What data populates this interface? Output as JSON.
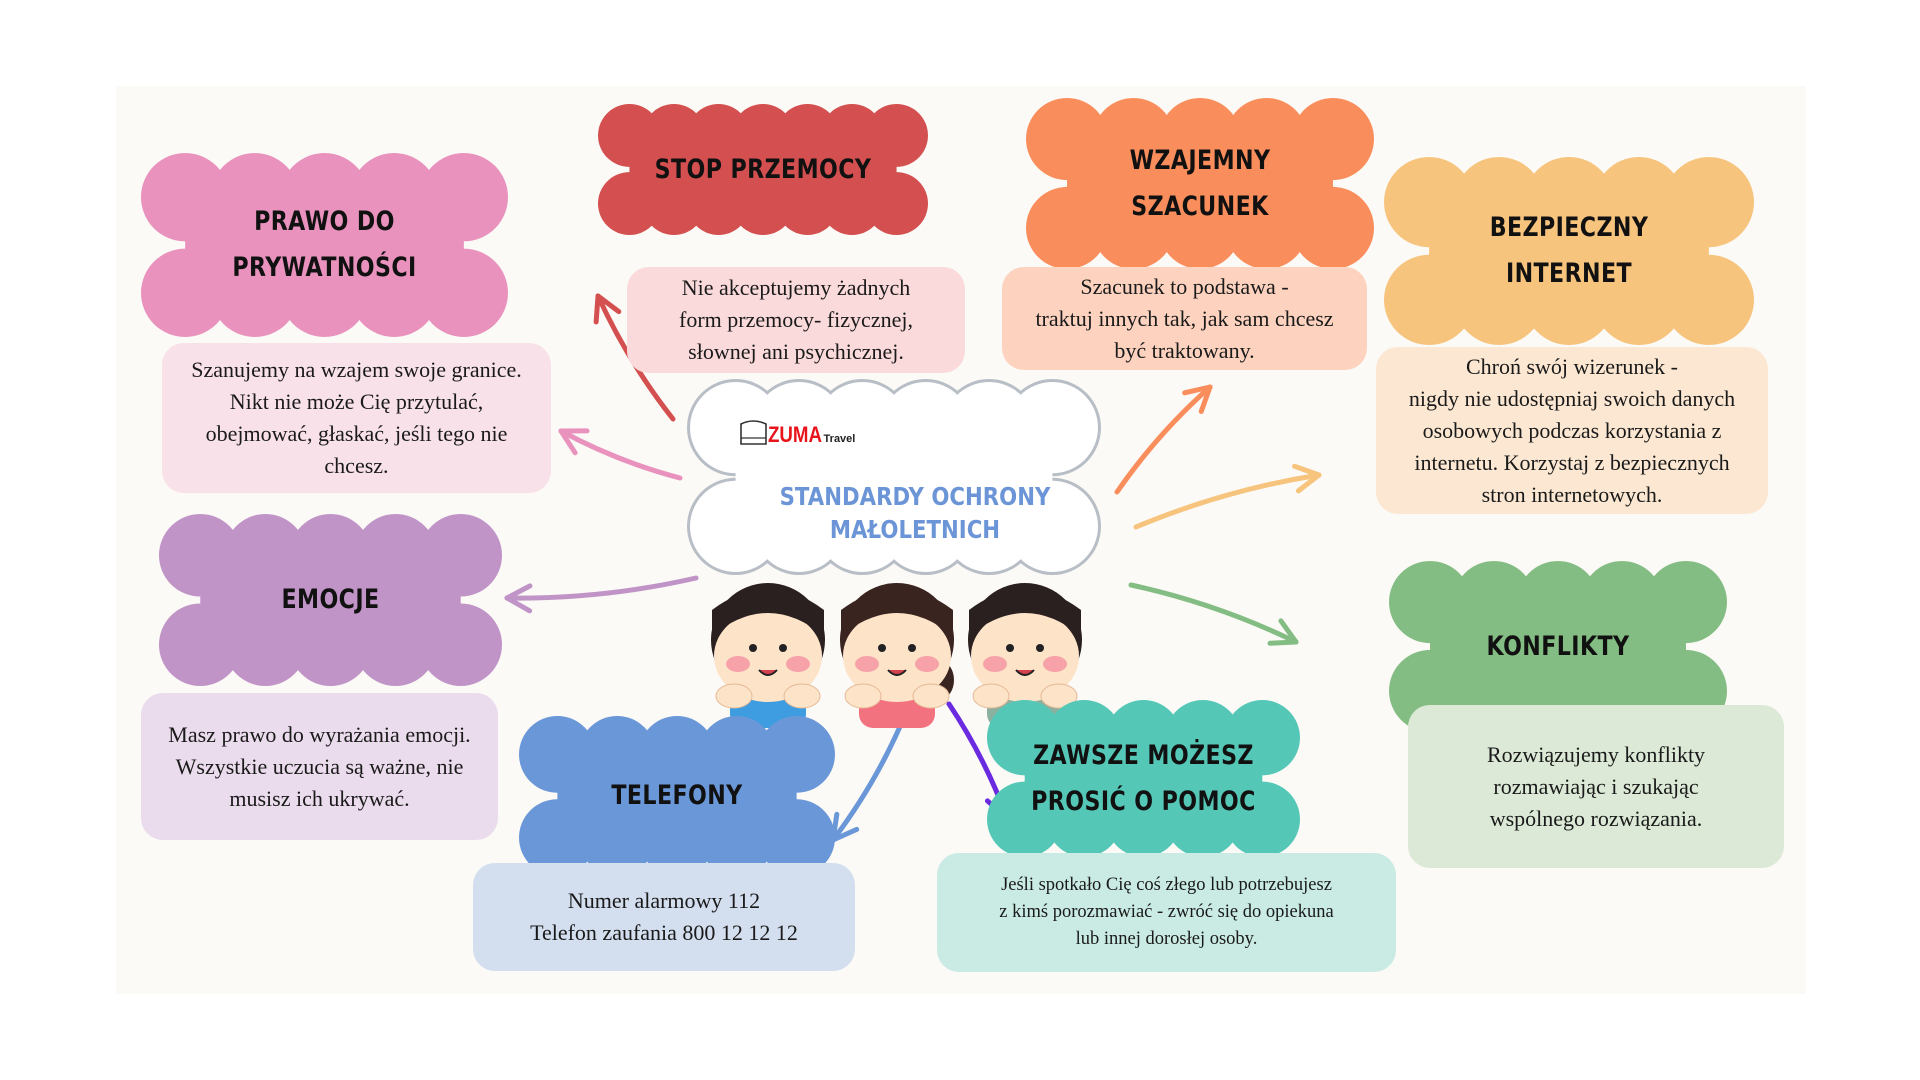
{
  "center": {
    "logo": {
      "brand": "ZUMA",
      "suffix": "Travel"
    },
    "title_lines": [
      "STANDARDY OCHRONY",
      "MAŁOLETNICH"
    ]
  },
  "topics": {
    "privacy": {
      "title": [
        "PRAWO DO",
        "PRYWATNOŚCI"
      ],
      "text": [
        "Szanujemy na wzajem swoje granice.",
        "Nikt nie może Cię przytulać,",
        "obejmować, głaskać, jeśli tego nie",
        "chcesz."
      ],
      "color": "#e892bd",
      "box_color": "#f8e1e8"
    },
    "violence": {
      "title": [
        "STOP PRZEMOCY"
      ],
      "text": [
        "Nie akceptujemy żadnych",
        "form przemocy- fizycznej,",
        "słownej ani psychicznej."
      ],
      "color": "#d45050",
      "box_color": "#fadadb"
    },
    "respect": {
      "title": [
        "WZAJEMNY",
        "SZACUNEK"
      ],
      "text": [
        "Szacunek to podstawa -",
        "traktuj innych tak, jak sam chcesz",
        "być traktowany."
      ],
      "color": "#f98e5c",
      "box_color": "#fdd3bf"
    },
    "internet": {
      "title": [
        "BEZPIECZNY",
        "INTERNET"
      ],
      "text": [
        "Chroń swój wizerunek -",
        "nigdy nie udostępniaj swoich danych",
        "osobowych podczas korzystania z",
        "internetu. Korzystaj z bezpiecznych",
        "stron internetowych."
      ],
      "color": "#f7c47e",
      "box_color": "#fce8d2"
    },
    "emotions": {
      "title": [
        "EMOCJE"
      ],
      "text": [
        "Masz prawo do wyrażania emocji.",
        "Wszystkie uczucia są ważne, nie",
        "musisz ich ukrywać."
      ],
      "color": "#c194c8",
      "box_color": "#eadcec"
    },
    "phones": {
      "title": [
        "TELEFONY"
      ],
      "text": [
        "Numer alarmowy 112",
        "Telefon zaufania 800 12 12 12"
      ],
      "color": "#6a97d8",
      "box_color": "#d3deee"
    },
    "help": {
      "title": [
        "ZAWSZE MOŻESZ",
        "PROSIĆ O POMOC"
      ],
      "text": [
        "Jeśli spotkało Cię coś złego lub potrzebujesz",
        "z kimś porozmawiać - zwróć się do opiekuna",
        "lub innej dorosłej osoby."
      ],
      "color": "#55c7b7",
      "box_color": "#c9ebe3"
    },
    "conflicts": {
      "title": [
        "KONFLIKTY"
      ],
      "text": [
        "Rozwiązujemy konflikty",
        "rozmawiając i szukając",
        "wspólnego rozwiązania."
      ],
      "color": "#84bd84",
      "box_color": "#dbe9d6"
    }
  }
}
